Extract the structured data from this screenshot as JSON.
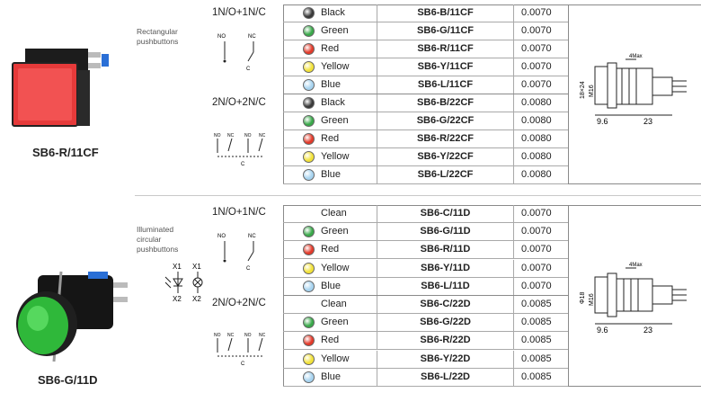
{
  "sections": [
    {
      "product_name": "SB6-R/11CF",
      "category": [
        "Rectangular",
        "pushbuttons"
      ],
      "groups": [
        {
          "config": "1N/O+1N/C",
          "rows": [
            {
              "color_name": "Black",
              "swatch": "#3a3a3a",
              "model": "SB6-B/11CF",
              "weight": "0.0070"
            },
            {
              "color_name": "Green",
              "swatch": "#3aa84a",
              "model": "SB6-G/11CF",
              "weight": "0.0070"
            },
            {
              "color_name": "Red",
              "swatch": "#e23a2a",
              "model": "SB6-R/11CF",
              "weight": "0.0070"
            },
            {
              "color_name": "Yellow",
              "swatch": "#f2e23a",
              "model": "SB6-Y/11CF",
              "weight": "0.0070"
            },
            {
              "color_name": "Blue",
              "swatch": "#a8d4f0",
              "model": "SB6-L/11CF",
              "weight": "0.0070"
            }
          ]
        },
        {
          "config": "2N/O+2N/C",
          "rows": [
            {
              "color_name": "Black",
              "swatch": "#3a3a3a",
              "model": "SB6-B/22CF",
              "weight": "0.0080"
            },
            {
              "color_name": "Green",
              "swatch": "#3aa84a",
              "model": "SB6-G/22CF",
              "weight": "0.0080"
            },
            {
              "color_name": "Red",
              "swatch": "#e23a2a",
              "model": "SB6-R/22CF",
              "weight": "0.0080"
            },
            {
              "color_name": "Yellow",
              "swatch": "#f2e23a",
              "model": "SB6-Y/22CF",
              "weight": "0.0080"
            },
            {
              "color_name": "Blue",
              "swatch": "#a8d4f0",
              "model": "SB6-L/22CF",
              "weight": "0.0080"
            }
          ]
        }
      ],
      "dims": {
        "max": "4Max",
        "h": "18×24",
        "m": "M16",
        "w1": "9.6",
        "w2": "23"
      }
    },
    {
      "product_name": "SB6-G/11D",
      "category": [
        "Illuminated",
        "circular",
        "pushbuttons"
      ],
      "lamp_terminals": {
        "a1": "X1",
        "a2": "X2",
        "b1": "X1",
        "b2": "X2"
      },
      "groups": [
        {
          "config": "1N/O+1N/C",
          "rows": [
            {
              "color_name": "Clean",
              "swatch": "",
              "model": "SB6-C/11D",
              "weight": "0.0070"
            },
            {
              "color_name": "Green",
              "swatch": "#3aa84a",
              "model": "SB6-G/11D",
              "weight": "0.0070"
            },
            {
              "color_name": "Red",
              "swatch": "#e23a2a",
              "model": "SB6-R/11D",
              "weight": "0.0070"
            },
            {
              "color_name": "Yellow",
              "swatch": "#f2e23a",
              "model": "SB6-Y/11D",
              "weight": "0.0070"
            },
            {
              "color_name": "Blue",
              "swatch": "#a8d4f0",
              "model": "SB6-L/11D",
              "weight": "0.0070"
            }
          ]
        },
        {
          "config": "2N/O+2N/C",
          "rows": [
            {
              "color_name": "Clean",
              "swatch": "",
              "model": "SB6-C/22D",
              "weight": "0.0085"
            },
            {
              "color_name": "Green",
              "swatch": "#3aa84a",
              "model": "SB6-G/22D",
              "weight": "0.0085"
            },
            {
              "color_name": "Red",
              "swatch": "#e23a2a",
              "model": "SB6-R/22D",
              "weight": "0.0085"
            },
            {
              "color_name": "Yellow",
              "swatch": "#f2e23a",
              "model": "SB6-Y/22D",
              "weight": "0.0085"
            },
            {
              "color_name": "Blue",
              "swatch": "#a8d4f0",
              "model": "SB6-L/22D",
              "weight": "0.0085"
            }
          ]
        }
      ],
      "dims": {
        "max": "4Max",
        "h": "Φ18",
        "m": "M16",
        "w1": "9.6",
        "w2": "23"
      }
    }
  ],
  "circuit_labels": {
    "no": "NO",
    "nc": "NC",
    "common": "C"
  }
}
